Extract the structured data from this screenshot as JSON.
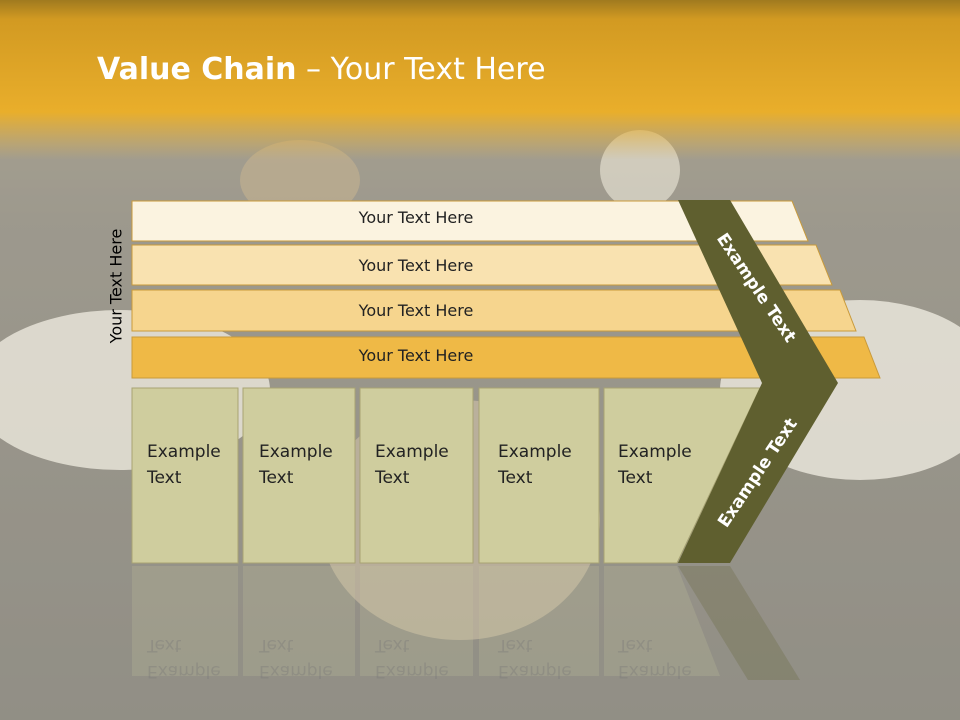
{
  "title": {
    "bold": "Value Chain",
    "rest": " – Your Text Here"
  },
  "side_label": "Your Text Here",
  "bars": [
    {
      "label": "Your Text Here",
      "color": "#fbf3e0"
    },
    {
      "label": "Your Text Here",
      "color": "#f9e2b0"
    },
    {
      "label": "Your Text Here",
      "color": "#f6d58e"
    },
    {
      "label": "Your Text Here",
      "color": "#efb946"
    }
  ],
  "boxes": [
    {
      "line1": "Example",
      "line2": "Text"
    },
    {
      "line1": "Example",
      "line2": "Text"
    },
    {
      "line1": "Example",
      "line2": "Text"
    },
    {
      "line1": "Example",
      "line2": "Text"
    },
    {
      "line1": "Example",
      "line2": "Text"
    }
  ],
  "chevrons": [
    {
      "label": "Example Text"
    },
    {
      "label": "Example Text"
    }
  ],
  "colors": {
    "header": "#e3a825",
    "box": "#cfcd9e",
    "chevron": "#5f5f2f"
  }
}
